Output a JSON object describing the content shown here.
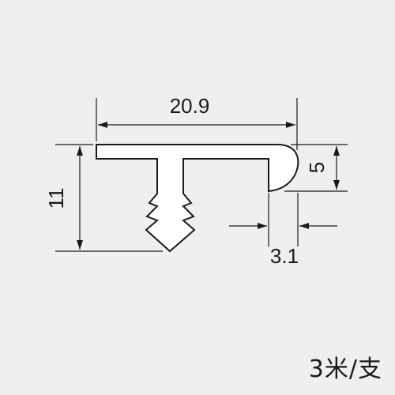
{
  "diagram": {
    "dimensions": {
      "width_label": "20.9",
      "height_label": "11",
      "lip_height_label": "5",
      "lip_thickness_label": "3.1"
    },
    "caption": "3米/支",
    "colors": {
      "background": "#efefef",
      "line": "#1a1a1a",
      "profile_fill": "#ffffff"
    }
  }
}
